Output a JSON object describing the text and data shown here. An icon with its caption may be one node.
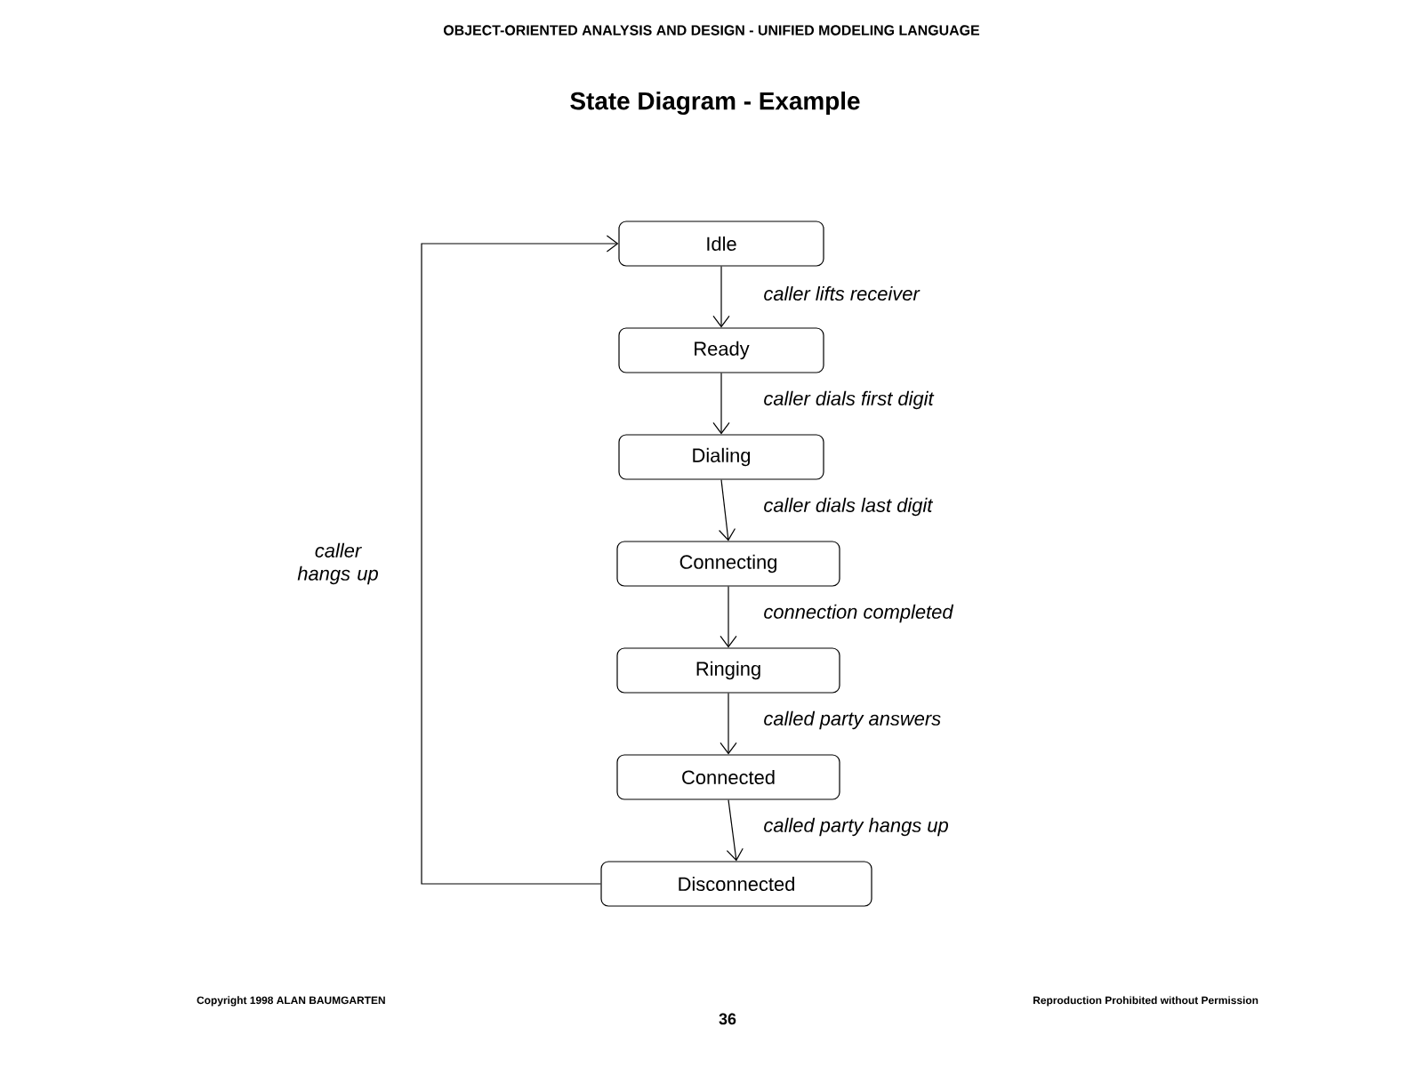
{
  "diagram": {
    "title": "State Diagram - Example",
    "nodes": [
      {
        "text": [
          "Idle"
        ]
      },
      {
        "text": [
          "Ready"
        ]
      },
      {
        "text": [
          "Dialing"
        ]
      },
      {
        "text": [
          "Connecting"
        ]
      },
      {
        "text": [
          "Ringing"
        ]
      },
      {
        "text": [
          "Connected"
        ]
      },
      {
        "text": [
          "Disconnected"
        ]
      }
    ],
    "edges": [
      {
        "from": 0,
        "to": 1,
        "arrow": "to",
        "label": "caller lifts receiver"
      },
      {
        "from": 1,
        "to": 2,
        "arrow": "to",
        "label": "caller dials first digit"
      },
      {
        "from": 2,
        "to": 3,
        "arrow": "to",
        "label": "caller dials last digit"
      },
      {
        "from": 3,
        "to": 4,
        "arrow": "to",
        "label": "connection completed"
      },
      {
        "from": 4,
        "to": 5,
        "arrow": "to",
        "label": "called party answers"
      },
      {
        "from": 5,
        "to": 6,
        "arrow": "to",
        "label": "called party hangs up"
      },
      {
        "from": 6,
        "to": 0,
        "arrow": "to",
        "label": "caller hangs up"
      }
    ],
    "labels": [
      "OBJECT-ORIENTED ANALYSIS AND DESIGN - UNIFIED MODELING LANGUAGE",
      "Copyright 1998  ALAN BAUMGARTEN",
      "Reproduction Prohibited without Permission",
      "36"
    ]
  }
}
